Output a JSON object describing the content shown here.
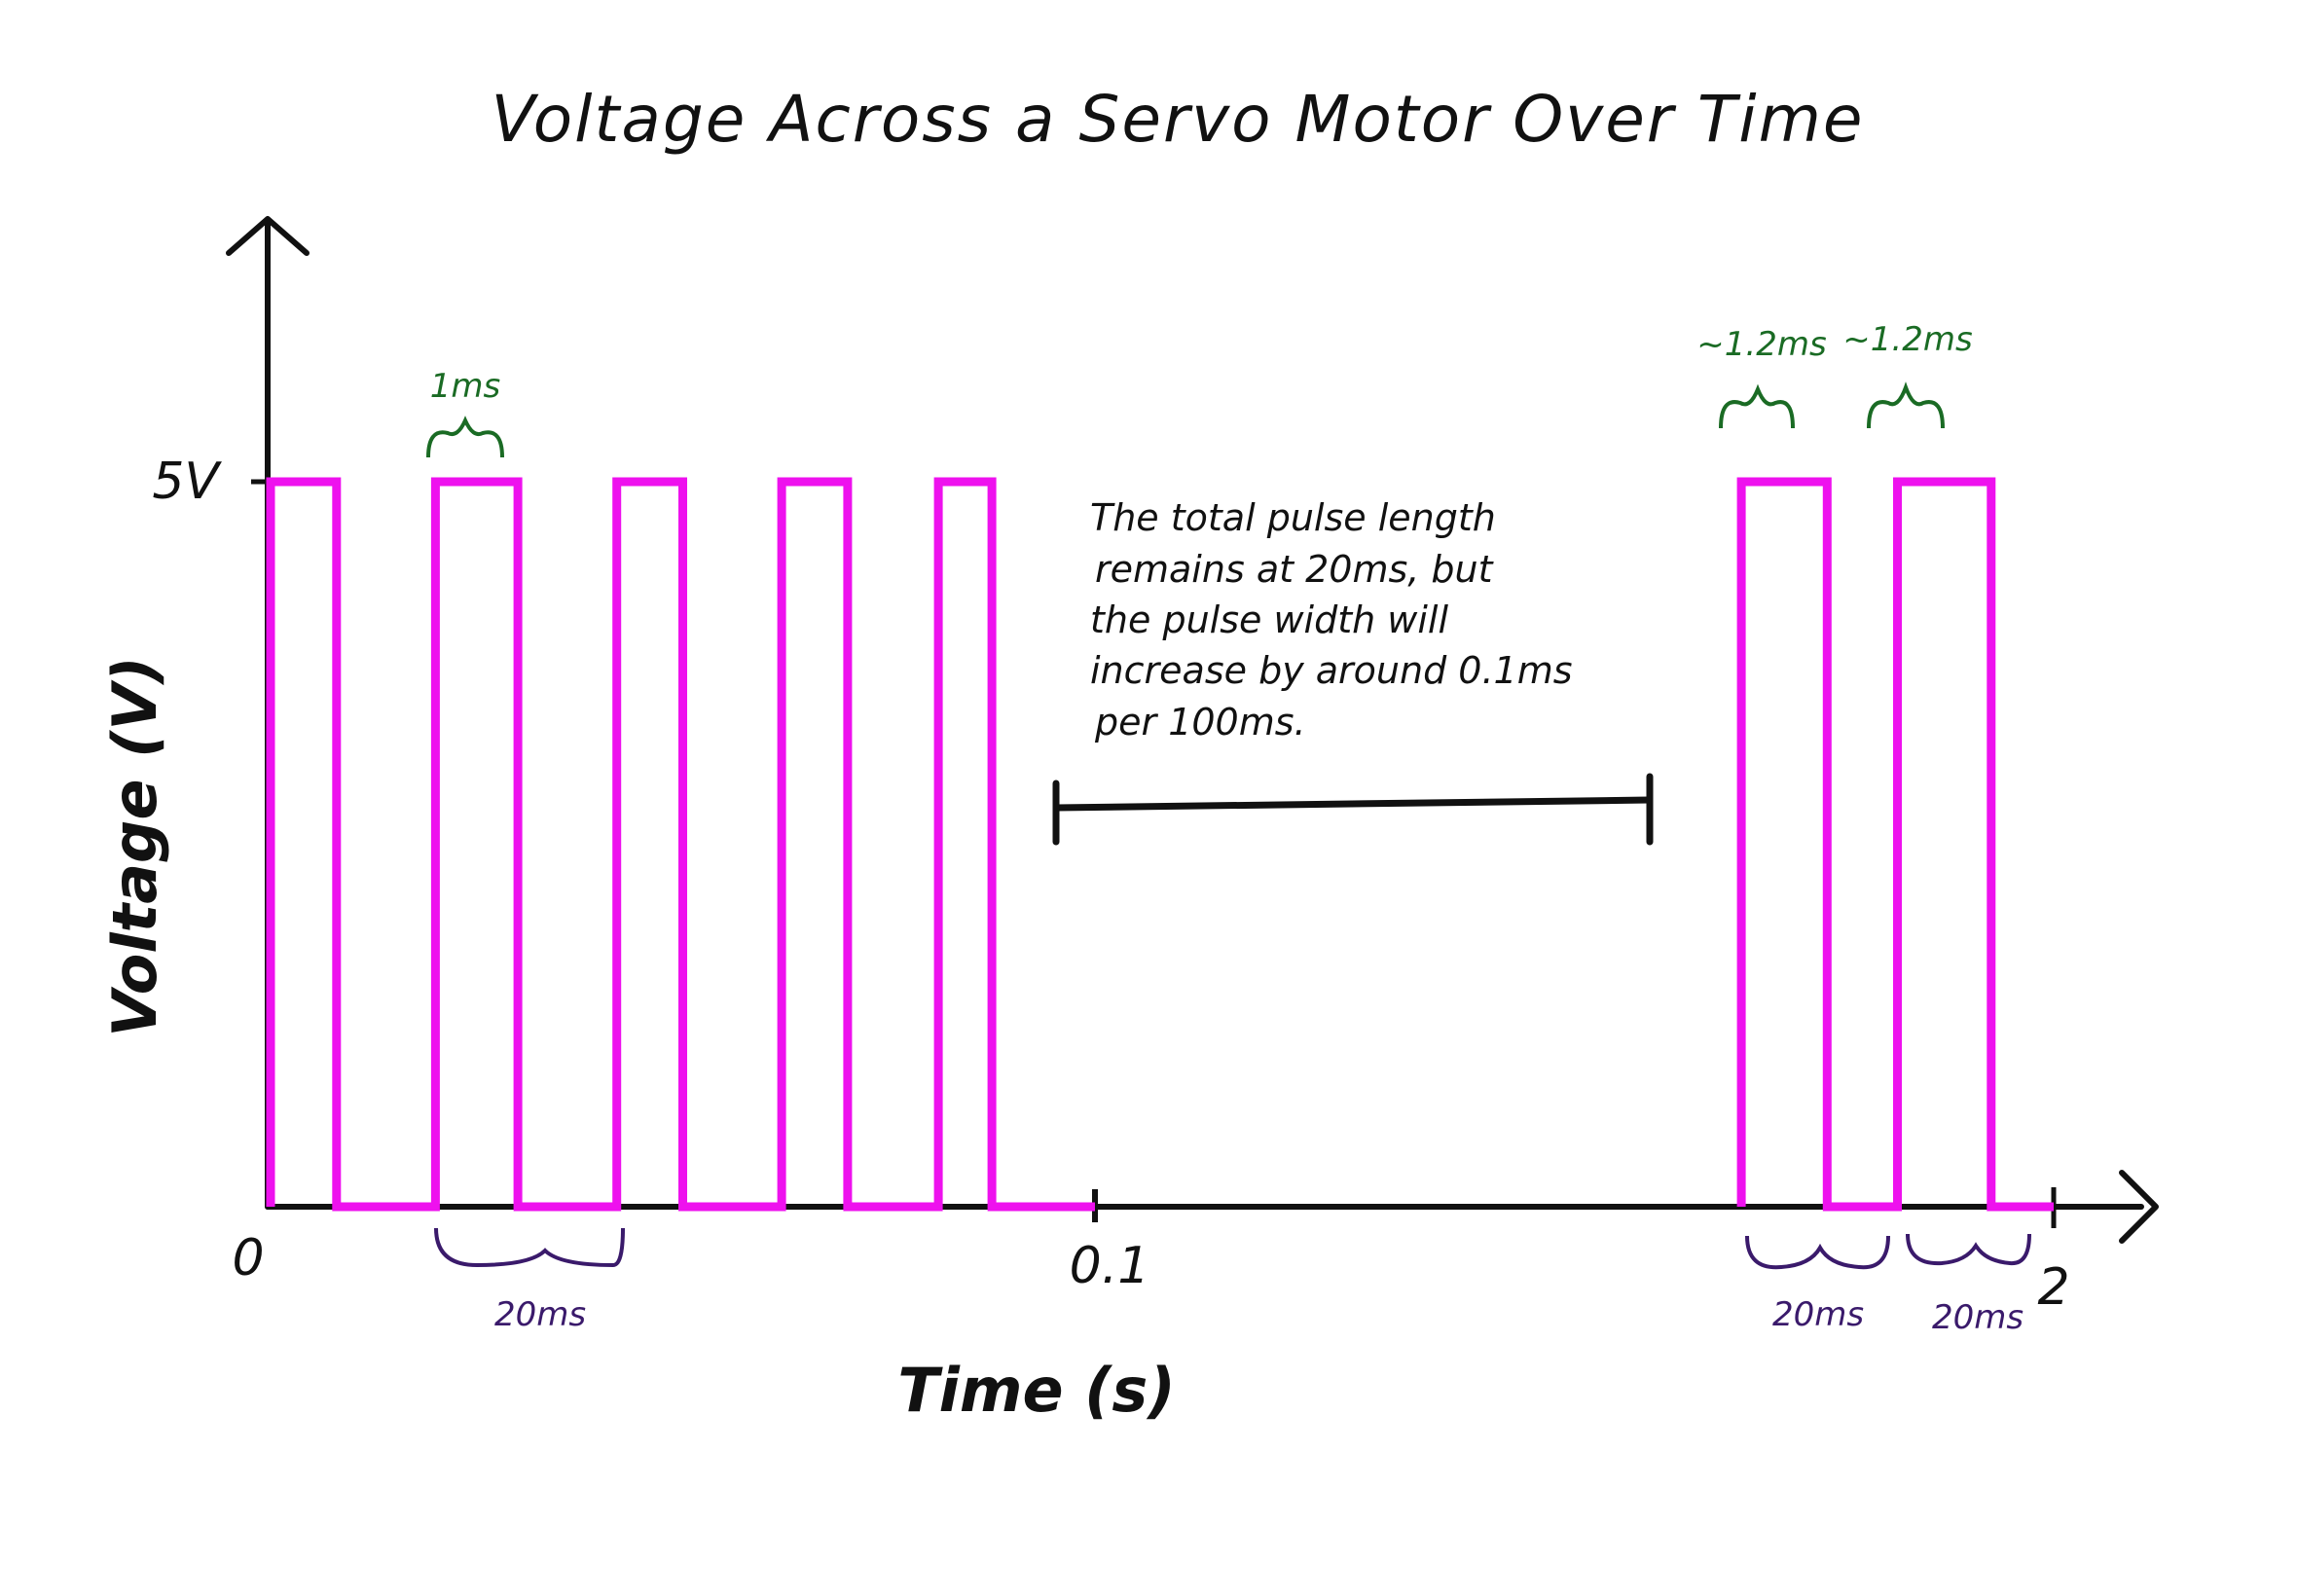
{
  "chart_data": {
    "type": "line",
    "title": "Voltage Across a Servo Motor Over Time",
    "xlabel": "Time (s)",
    "ylabel": "Voltage (V)",
    "y_tick": {
      "value": 5,
      "label": "5V"
    },
    "x_ticks": [
      {
        "value": 0,
        "label": "0"
      },
      {
        "value": 0.1,
        "label": "0.1"
      },
      {
        "value": 2,
        "label": "2"
      }
    ],
    "x_axis_break": true,
    "series": [
      {
        "color": "#ee11ee",
        "segments": [
          {
            "pulses": [
              {
                "start": 0.0,
                "width": 0.008
              },
              {
                "start": 0.02,
                "width": 0.01
              },
              {
                "start": 0.042,
                "width": 0.008
              },
              {
                "start": 0.062,
                "width": 0.008
              },
              {
                "start": 0.081,
                "width": 0.0065
              }
            ],
            "end": 0.1
          },
          {
            "pulses": [
              {
                "start": 1.96,
                "width": 0.011
              },
              {
                "start": 1.98,
                "width": 0.012
              }
            ],
            "end": 2.0
          }
        ],
        "high_level": 5,
        "low_level": 0
      }
    ],
    "annotations": {
      "pulse_width_first": "1ms",
      "pulse_width_late_1": "~1.2ms",
      "pulse_width_late_2": "~1.2ms",
      "period_first": "20ms",
      "period_late_1": "20ms",
      "period_late_2": "20ms",
      "note_lines": [
        "The total pulse length",
        "remains at 20ms, but",
        "the pulse width will",
        "increase by around 0.1ms",
        "per 100ms."
      ]
    },
    "colors": {
      "signal": "#ee11ee",
      "axes": "#111111",
      "pulse_annotation": "#1a6b24",
      "period_annotation": "#3a1a6b"
    }
  }
}
